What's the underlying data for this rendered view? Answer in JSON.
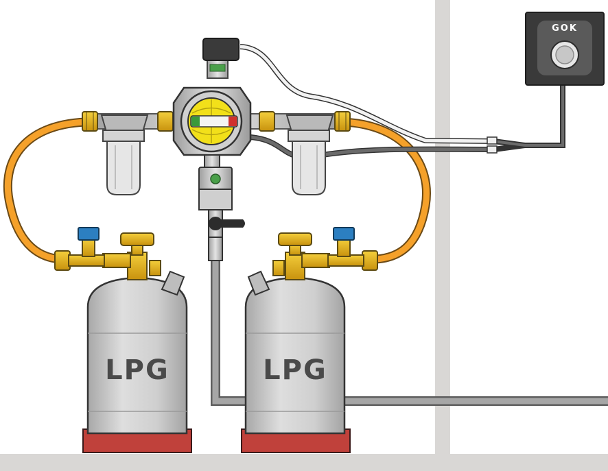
{
  "control_panel": {
    "brand_label": "GOK"
  },
  "cylinders": [
    {
      "label": "LPG"
    },
    {
      "label": "LPG"
    }
  ],
  "colors": {
    "hose": "#f5a12a",
    "cylinder": "#c9c9c9",
    "cylinder_base": "#c0413b",
    "brass": "#e2b21c",
    "valve_knob_blue": "#2c7fc1",
    "indicator_yellow": "#f2e01a",
    "wall": "#d9d7d5",
    "pipe": "#8c8c8c",
    "panel": "#3a3a3a"
  }
}
